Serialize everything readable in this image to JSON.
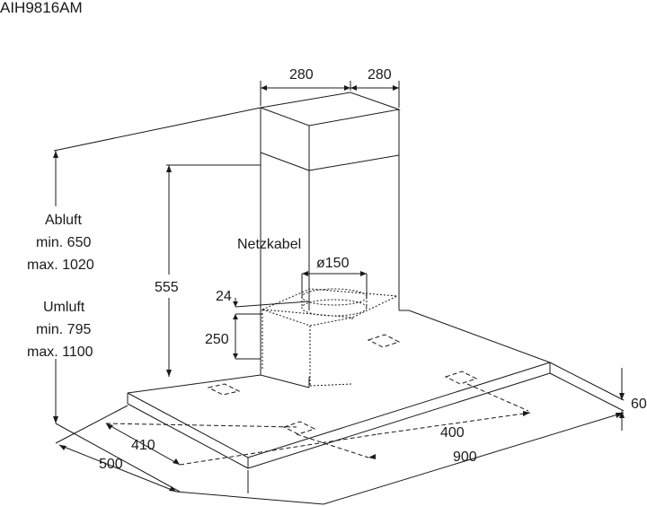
{
  "title": "AIH9816AM",
  "labels": {
    "abluft": [
      "Abluft",
      "min. 650",
      "max. 1020"
    ],
    "umluft": [
      "Umluft",
      "min. 795",
      "max. 1100"
    ],
    "netzkabel": "Netzkabel",
    "diameter": "ø150"
  },
  "dimensions": {
    "chimney_width": "280",
    "chimney_depth": "280",
    "height_555": "555",
    "gap_24": "24",
    "box_250": "250",
    "thickness_60": "60",
    "dim_410": "410",
    "dim_500": "500",
    "dim_400": "400",
    "dim_900": "900"
  }
}
